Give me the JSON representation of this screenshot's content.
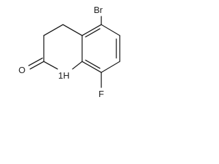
{
  "structure": {
    "atoms": {
      "bromine": "Br",
      "fluorine": "F",
      "oxygen": "O",
      "nitrogen_h": "1H"
    },
    "colors": {
      "ink": "#1a1a1a",
      "background": "#ffffff"
    }
  }
}
